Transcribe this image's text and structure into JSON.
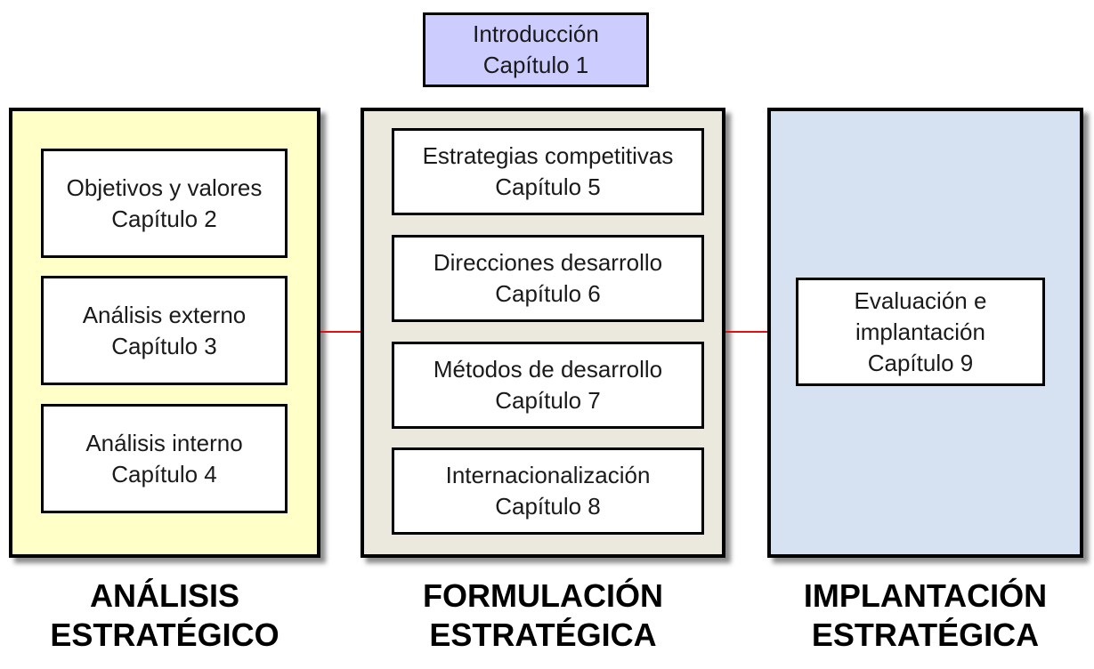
{
  "colors": {
    "intro_fill": "#ccccff",
    "analysis_fill": "#ffffc8",
    "formulation_fill": "#ebe9de",
    "implementation_fill": "#d6e2f2",
    "connector": "#e01010"
  },
  "intro": {
    "line1": "Introducción",
    "line2": "Capítulo 1"
  },
  "analysis": {
    "footer_line1": "ANÁLISIS",
    "footer_line2": "ESTRATÉGICO",
    "boxes": [
      {
        "line1": "Objetivos y valores",
        "line2": "Capítulo 2"
      },
      {
        "line1": "Análisis externo",
        "line2": "Capítulo 3"
      },
      {
        "line1": "Análisis interno",
        "line2": "Capítulo 4"
      }
    ]
  },
  "formulation": {
    "footer_line1": "FORMULACIÓN",
    "footer_line2": "ESTRATÉGICA",
    "boxes": [
      {
        "line1": "Estrategias competitivas",
        "line2": "Capítulo 5"
      },
      {
        "line1": "Direcciones desarrollo",
        "line2": "Capítulo 6"
      },
      {
        "line1": "Métodos de desarrollo",
        "line2": "Capítulo 7"
      },
      {
        "line1": "Internacionalización",
        "line2": "Capítulo 8"
      }
    ]
  },
  "implementation": {
    "footer_line1": "IMPLANTACIÓN",
    "footer_line2": "ESTRATÉGICA",
    "box": {
      "line1": "Evaluación e",
      "line2": "implantación",
      "line3": "Capítulo 9"
    }
  }
}
